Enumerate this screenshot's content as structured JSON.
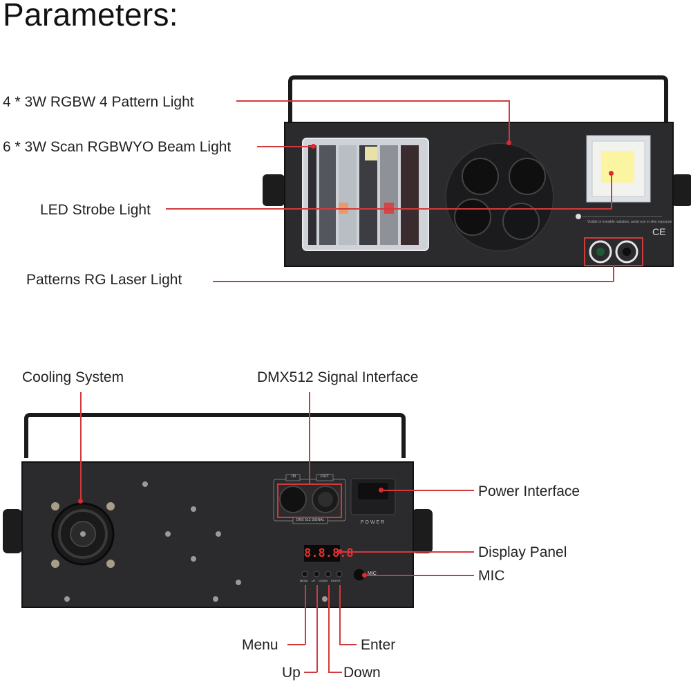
{
  "title": "Parameters:",
  "front_view": {
    "labels": [
      {
        "id": "pattern-light",
        "text": "4 * 3W RGBW 4 Pattern Light"
      },
      {
        "id": "beam-light",
        "text": "6 * 3W Scan RGBWYO Beam Light"
      },
      {
        "id": "strobe-light",
        "text": "LED Strobe Light"
      },
      {
        "id": "laser-light",
        "text": "Patterns RG Laser Light"
      }
    ],
    "ce_mark": "CE"
  },
  "back_view": {
    "labels": [
      {
        "id": "cooling",
        "text": "Cooling System"
      },
      {
        "id": "dmx",
        "text": "DMX512 Signal Interface"
      },
      {
        "id": "power",
        "text": "Power Interface"
      },
      {
        "id": "display",
        "text": "Display Panel"
      },
      {
        "id": "mic",
        "text": "MIC"
      },
      {
        "id": "menu",
        "text": "Menu"
      },
      {
        "id": "enter",
        "text": "Enter"
      },
      {
        "id": "up",
        "text": "Up"
      },
      {
        "id": "down",
        "text": "Down"
      }
    ],
    "panel_text": {
      "in": "IN",
      "out": "OUT",
      "dmx_signal": "DMX 512 SIGNAL",
      "power": "POWER",
      "mic": "MIC",
      "display": "8.8.8.8",
      "buttons": [
        "MENU",
        "UP",
        "DOWN",
        "ENTER"
      ]
    }
  },
  "colors": {
    "callout": "#d13a3a",
    "device": "#2a2a2c"
  }
}
